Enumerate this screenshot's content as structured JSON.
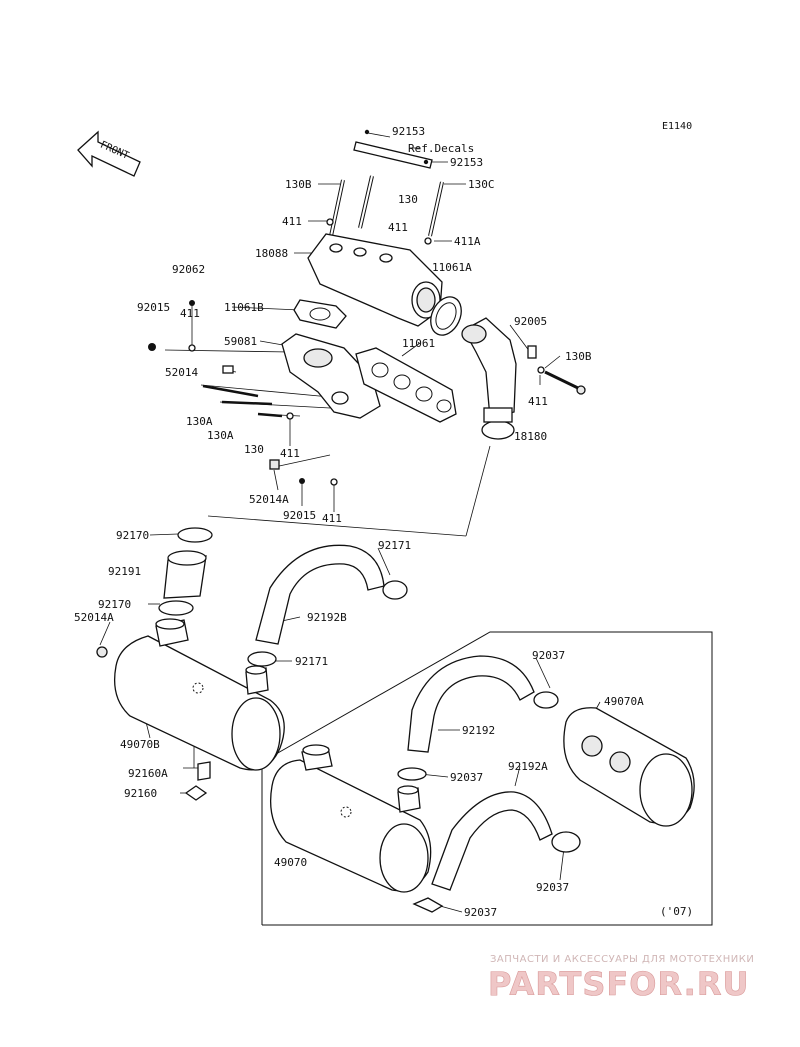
{
  "diagram_code": "E1140",
  "front_label": "FRONT",
  "year_note": "('07)",
  "watermark": {
    "tagline": "ЗАПЧАСТИ И АКСЕССУАРЫ ДЛЯ МОТОТЕХНИКИ",
    "logo": "PARTSFOR.RU"
  },
  "labels": {
    "p92153_a": "92153",
    "ref_decals": "Ref.Decals",
    "p92153_b": "92153",
    "p130b_top": "130B",
    "p130_top": "130",
    "p130c": "130C",
    "p411_a": "411",
    "p411_b": "411",
    "p411a": "411A",
    "p18088": "18088",
    "p11061a": "11061A",
    "p92062": "92062",
    "p92015_a": "92015",
    "p411_c": "411",
    "p11061b": "11061B",
    "p92005": "92005",
    "p59081": "59081",
    "p11061": "11061",
    "p130b_right": "130B",
    "p52014": "52014",
    "p411_d": "411",
    "p130a_a": "130A",
    "p130a_b": "130A",
    "p130_b": "130",
    "p411_e": "411",
    "p18180": "18180",
    "p52014a_a": "52014A",
    "p92015_b": "92015",
    "p411_f": "411",
    "p92170_a": "92170",
    "p92171_a": "92171",
    "p92191": "92191",
    "p92170_b": "92170",
    "p52014a_b": "52014A",
    "p92192b": "92192B",
    "p92171_b": "92171",
    "p92037_a": "92037",
    "p49070a": "49070A",
    "p49070b": "49070B",
    "p92192": "92192",
    "p92160a": "92160A",
    "p92037_b": "92037",
    "p92160": "92160",
    "p92192a": "92192A",
    "p49070": "49070",
    "p92037_c": "92037",
    "p92037_d": "92037"
  }
}
